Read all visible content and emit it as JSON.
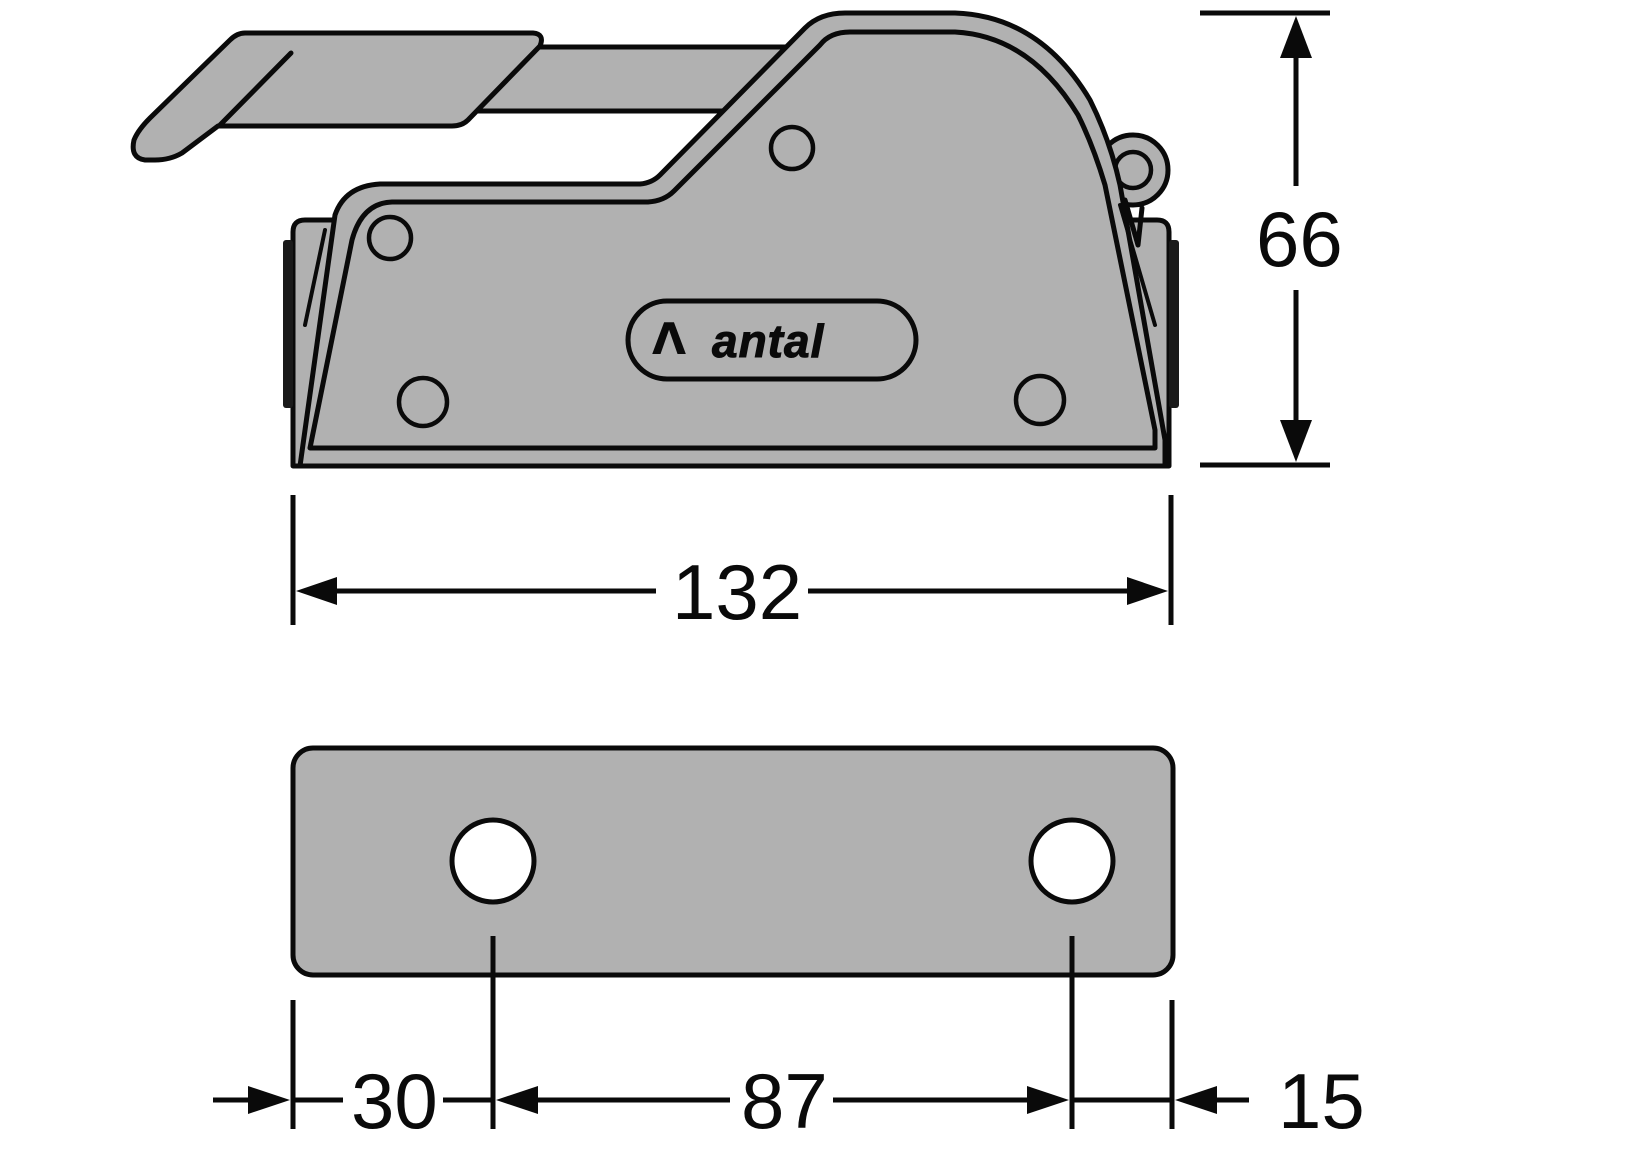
{
  "drawing": {
    "subject": "rope clutch / cam cleat technical drawing",
    "brand_logo_text": "antal",
    "brand_logo_mark": "Λ",
    "colors": {
      "part_fill": "#b1b1b1",
      "outline": "#0a0a0a",
      "background": "#ffffff"
    }
  },
  "dimensions": {
    "overall_height": "66",
    "overall_length": "132",
    "front_offset": "30",
    "hole_spacing": "87",
    "rear_offset": "15",
    "unit_note": ""
  },
  "views": [
    {
      "name": "side-view",
      "features": [
        "lever handle",
        "body",
        "logo badge",
        "5 screw heads",
        "eyelet"
      ]
    },
    {
      "name": "bottom-view",
      "features": [
        "base plate",
        "2 mounting holes"
      ]
    }
  ]
}
